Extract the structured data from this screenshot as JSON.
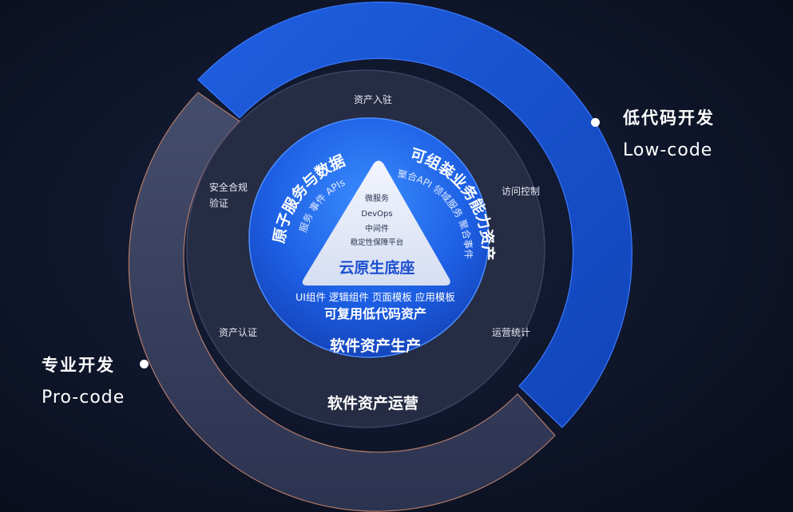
{
  "low_code": {
    "cn": "低代码开发",
    "en": "Low-code"
  },
  "pro_code": {
    "cn": "专业开发",
    "en": "Pro-code"
  },
  "operations": {
    "title": "软件资产运营",
    "items": [
      "资产入驻",
      "访问控制",
      "运营统计",
      "资产认证",
      "安全合规",
      "验证"
    ]
  },
  "production": {
    "title": "软件资产生产",
    "left_title": "原子服务与数据",
    "left_sub": "服务 事件 APIs",
    "right_title": "可组装业务能力资产",
    "right_sub": "聚合API 领域服务 聚合事件",
    "lowcode_components": "UI组件 逻辑组件 页面模板 应用模板",
    "lowcode_title": "可复用低代码资产"
  },
  "triangle": {
    "items": [
      "微服务",
      "DevOps",
      "中间件",
      "稳定性保障平台"
    ],
    "title": "云原生底座"
  },
  "colors": {
    "background": "#0b1020",
    "outer_blue": "#1a56d6",
    "outer_gray": "#3a4362",
    "middle_ring": "#262c44",
    "core_blue": "#1f63e8",
    "triangle": "#e6ecfa"
  }
}
